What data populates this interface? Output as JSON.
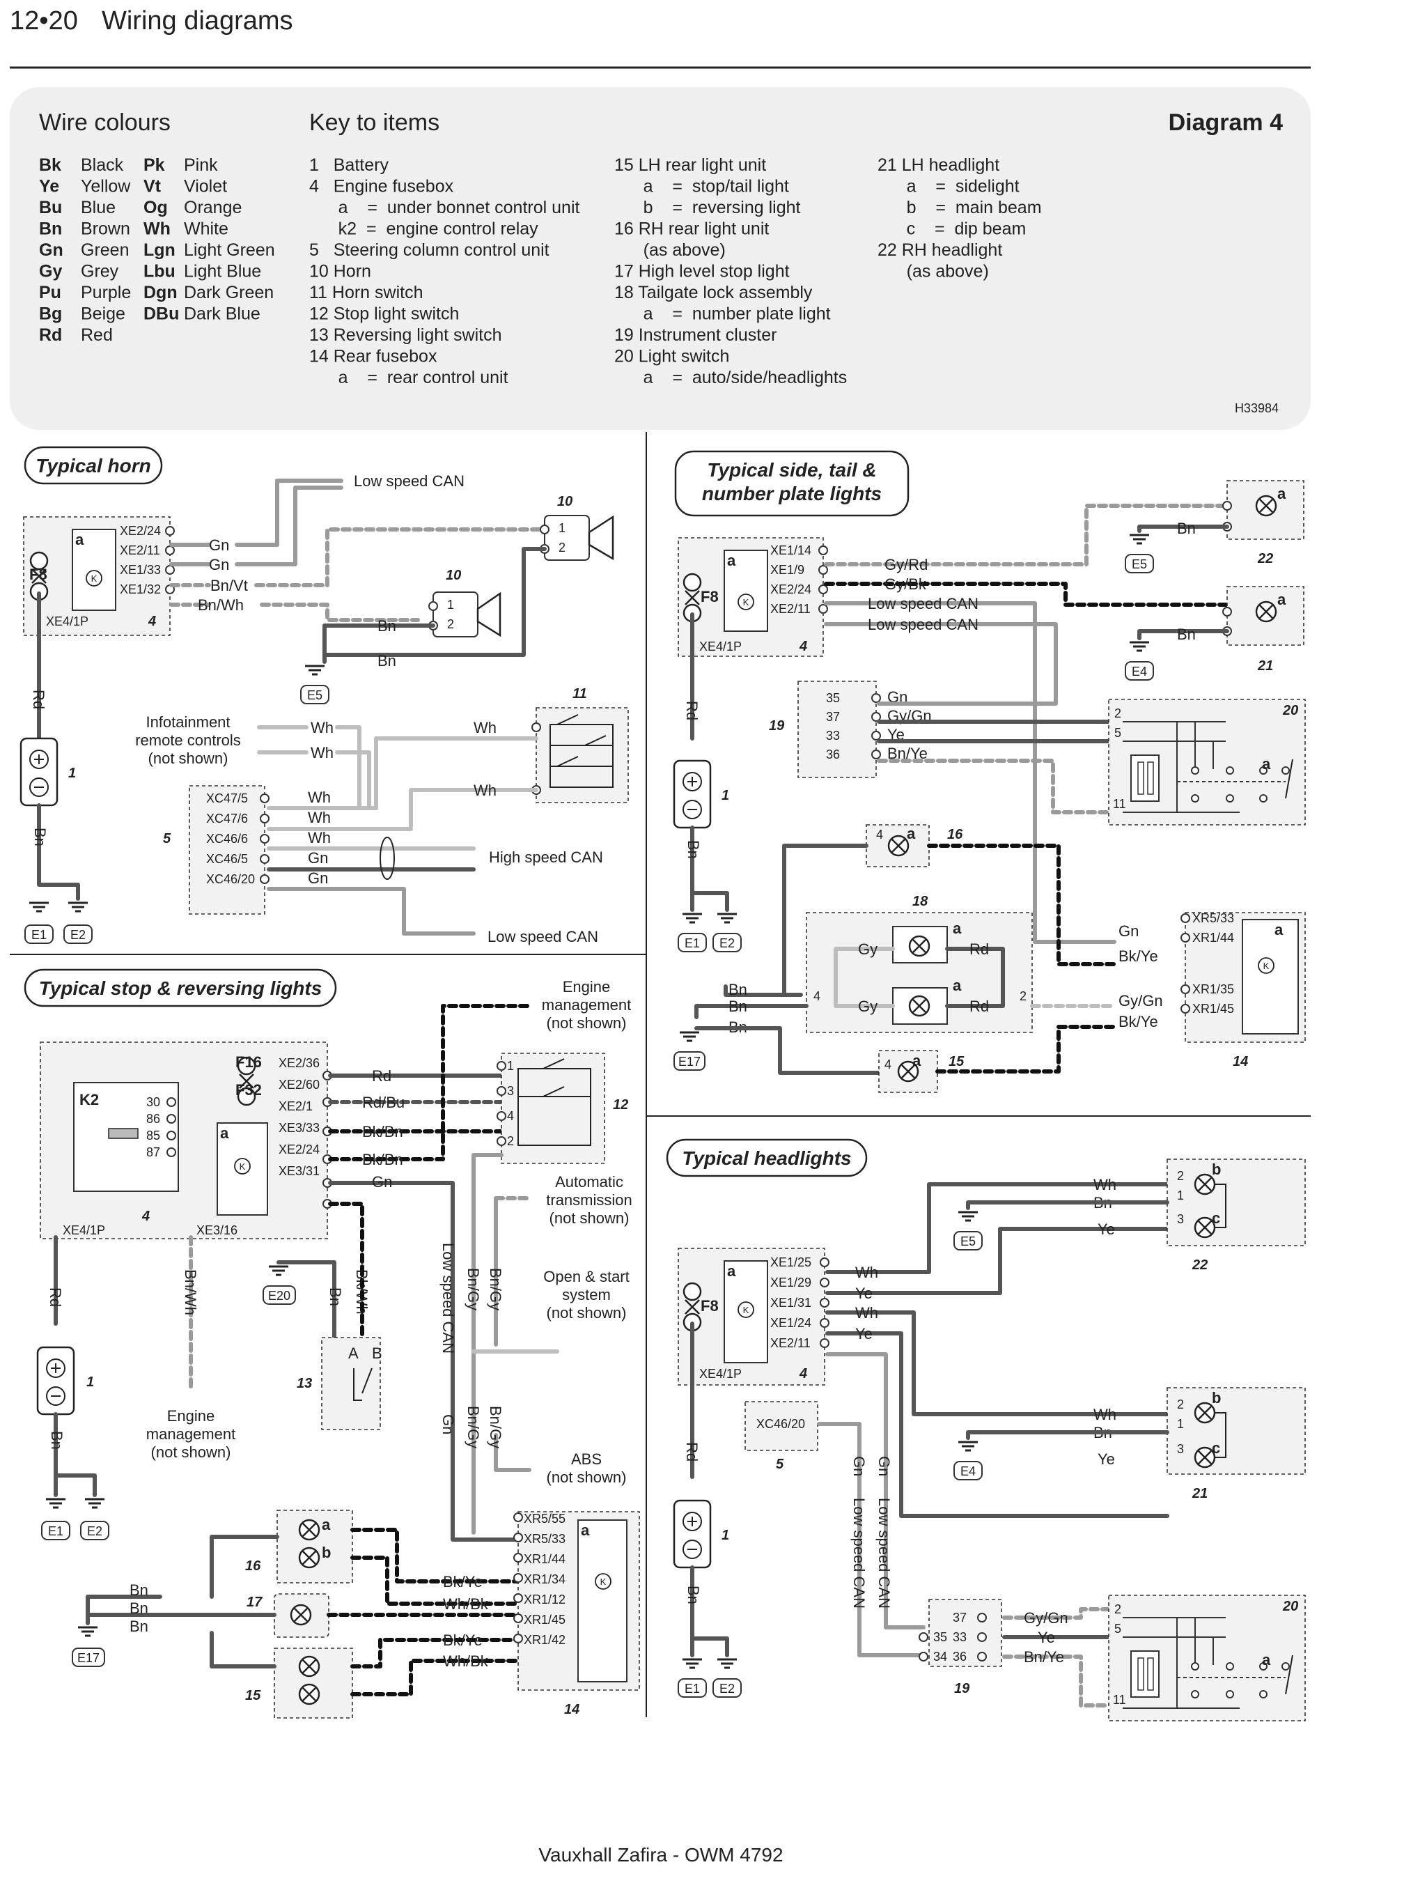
{
  "header": {
    "page": "12•20",
    "title": "Wiring diagrams"
  },
  "footer": "Vauxhall Zafira - OWM 4792",
  "panel": {
    "wire_colours_title": "Wire colours",
    "key_title": "Key to items",
    "diagram": "Diagram 4",
    "ref": "H33984",
    "colours": [
      {
        "code": "Bk",
        "name": "Black"
      },
      {
        "code": "Ye",
        "name": "Yellow"
      },
      {
        "code": "Bu",
        "name": "Blue"
      },
      {
        "code": "Bn",
        "name": "Brown"
      },
      {
        "code": "Gn",
        "name": "Green"
      },
      {
        "code": "Gy",
        "name": "Grey"
      },
      {
        "code": "Pu",
        "name": "Purple"
      },
      {
        "code": "Bg",
        "name": "Beige"
      },
      {
        "code": "Rd",
        "name": "Red"
      },
      {
        "code": "Pk",
        "name": "Pink"
      },
      {
        "code": "Vt",
        "name": "Violet"
      },
      {
        "code": "Og",
        "name": "Orange"
      },
      {
        "code": "Wh",
        "name": "White"
      },
      {
        "code": "Lgn",
        "name": "Light Green"
      },
      {
        "code": "Lbu",
        "name": "Light Blue"
      },
      {
        "code": "Dgn",
        "name": "Dark Green"
      },
      {
        "code": "DBu",
        "name": "Dark Blue"
      }
    ],
    "key_col1": [
      "1   Battery",
      "4   Engine fusebox",
      "      a    =  under bonnet control unit",
      "      k2  =  engine control relay",
      "5   Steering column control unit",
      "10 Horn",
      "11 Horn switch",
      "12 Stop light switch",
      "13 Reversing light switch",
      "14 Rear fusebox",
      "      a    =  rear control unit"
    ],
    "key_col2": [
      "15 LH rear light unit",
      "      a    =  stop/tail light",
      "      b    =  reversing light",
      "16 RH rear light unit",
      "      (as above)",
      "17 High level stop light",
      "18 Tailgate lock assembly",
      "      a    =  number plate light",
      "19 Instrument cluster",
      "20 Light switch",
      "      a    =  auto/side/headlights"
    ],
    "key_col3": [
      "21 LH headlight",
      "      a    =  sidelight",
      "      b    =  main beam",
      "      c    =  dip beam",
      "22 RH headlight",
      "      (as above)"
    ]
  },
  "sections": {
    "horn": "Typical horn",
    "side": "Typical side, tail &",
    "side2": "number plate lights",
    "stop": "Typical stop & reversing lights",
    "head": "Typical headlights"
  },
  "horn": {
    "f8": "F8",
    "a": "a",
    "xe41p": "XE4/1P",
    "n4": "4",
    "n1": "1",
    "n10a": "10",
    "n10b": "10",
    "n11": "11",
    "n5": "5",
    "pins": [
      "XE2/24",
      "XE2/11",
      "XE1/33",
      "XE1/32"
    ],
    "wires": [
      "Gn",
      "Gn",
      "Bn/Vt",
      "Bn/Wh"
    ],
    "lowcan": "Low speed CAN",
    "highcan": "High speed CAN",
    "lowcan2": "Low speed CAN",
    "bn1": "Bn",
    "bn2": "Bn",
    "rd": "Rd",
    "bn3": "Bn",
    "e5": "E5",
    "e1": "E1",
    "e2": "E2",
    "info1": "Infotainment",
    "info2": "remote controls",
    "info3": "(not shown)",
    "wh1": "Wh",
    "wh2": "Wh",
    "wh3": "Wh",
    "wh4": "Wh",
    "xc": [
      "XC47/5",
      "XC47/6",
      "XC46/6",
      "XC46/5",
      "XC46/20"
    ],
    "xcw": [
      "Wh",
      "Wh",
      "Wh",
      "Gn",
      "Gn"
    ],
    "p1": "1",
    "p2": "2",
    "q1": "1",
    "q2": "2"
  },
  "side": {
    "f8": "F8",
    "a": "a",
    "xe41p": "XE4/1P",
    "n4": "4",
    "n1": "1",
    "rd": "Rd",
    "bn": "Bn",
    "e1": "E1",
    "e2": "E2",
    "e17": "E17",
    "pins": [
      "XE1/14",
      "XE1/9",
      "XE2/24",
      "XE2/11"
    ],
    "wires": [
      "Gy/Rd",
      "Gy/Bk",
      "Low speed CAN",
      "Low speed CAN"
    ],
    "l22": "22",
    "l21": "21",
    "e5": "E5",
    "e4": "E4",
    "bn22": "Bn",
    "bn21": "Bn",
    "n19": "19",
    "c19": [
      "35",
      "37",
      "33",
      "36"
    ],
    "w19": [
      "Gn",
      "Gy/Gn",
      "Ye",
      "Bn/Ye"
    ],
    "n20": "20",
    "s20": [
      "2",
      "5",
      "11"
    ],
    "s20a": "a",
    "n16": "16",
    "n18": "18",
    "n15": "15",
    "n14": "14",
    "gy1": "Gy",
    "gy2": "Gy",
    "rd1": "Rd",
    "rd2": "Rd",
    "t4": "4",
    "t2": "2",
    "bnA": "Bn",
    "bnB": "Bn",
    "bnC": "Bn",
    "r14": [
      "XR5/33",
      "XR1/44",
      "XR1/35",
      "XR1/45"
    ],
    "w14": [
      "Gn",
      "Bk/Ye",
      "Gy/Gn",
      "Bk/Ye"
    ]
  },
  "stop": {
    "f16": "F16",
    "f32": "F32",
    "k2": "K2",
    "kp": [
      "30",
      "86",
      "85",
      "87"
    ],
    "a": "a",
    "pins": [
      "XE2/36",
      "XE2/60",
      "XE2/1",
      "XE3/33",
      "XE2/24",
      "XE3/31"
    ],
    "wires": [
      "Rd",
      "Rd/Bu",
      "Bk/Bn",
      "Bk/Bn",
      "Gn"
    ],
    "xe41p": "XE4/1P",
    "xe316": "XE3/16",
    "n4": "4",
    "n1": "1",
    "rd": "Rd",
    "bn": "Bn",
    "bnwh": "Bn/Wh",
    "em1": "Engine",
    "em2": "management",
    "em3": "(not shown)",
    "emb1": "Engine",
    "emb2": "management",
    "emb3": "(not shown)",
    "at1": "Automatic",
    "at2": "transmission",
    "at3": "(not shown)",
    "os1": "Open & start",
    "os2": "system",
    "os3": "(not shown)",
    "abs1": "ABS",
    "abs2": "(not shown)",
    "lowcan": "Low speed CAN",
    "bngy1": "Bn/Gy",
    "bngy2": "Bn/Gy",
    "bngy3": "Bn/Gy",
    "bngy4": "Bn/Gy",
    "gn": "Gn",
    "e20": "E20",
    "bn13": "Bn",
    "bkwh13": "Bk/Wh",
    "n13": "13",
    "A": "A",
    "B": "B",
    "n12": "12",
    "s12": [
      "1",
      "3",
      "4",
      "2"
    ],
    "r14": [
      "XR5/55",
      "XR5/33",
      "XR1/44",
      "XR1/34",
      "XR1/12",
      "XR1/45",
      "XR1/42"
    ],
    "w14": [
      "Bk/Ye",
      "Wh/Bk",
      "Bk/Ye",
      "Wh/Bk"
    ],
    "n16": "16",
    "n17": "17",
    "n15": "15",
    "n14": "14",
    "e17": "E17",
    "e1": "E1",
    "e2": "E2",
    "bn17a": "Bn",
    "bn17b": "Bn",
    "bn17c": "Bn"
  },
  "head": {
    "f8": "F8",
    "a": "a",
    "xe41p": "XE4/1P",
    "n4": "4",
    "n1": "1",
    "rd": "Rd",
    "bn": "Bn",
    "e1": "E1",
    "e2": "E2",
    "pins": [
      "XE1/25",
      "XE1/29",
      "XE1/31",
      "XE1/24",
      "XE2/11"
    ],
    "wires": [
      "Wh",
      "Ye",
      "Wh",
      "Ye"
    ],
    "n22": "22",
    "n21": "21",
    "e5": "E5",
    "e4": "E4",
    "w22": [
      "Wh",
      "Bn",
      "Ye"
    ],
    "w21": [
      "Wh",
      "Bn",
      "Ye"
    ],
    "xc": "XC46/20",
    "n5": "5",
    "gn": "Gn",
    "gn2": "Gn",
    "lowcan1": "Low speed CAN",
    "lowcan2": "Low speed CAN",
    "n19": "19",
    "c19": [
      "37",
      "33",
      "36",
      "35",
      "34"
    ],
    "w19": [
      "Gy/Gn",
      "Ye",
      "Bn/Ye"
    ],
    "n20": "20",
    "s20": [
      "2",
      "5",
      "11"
    ],
    "s20a": "a"
  }
}
